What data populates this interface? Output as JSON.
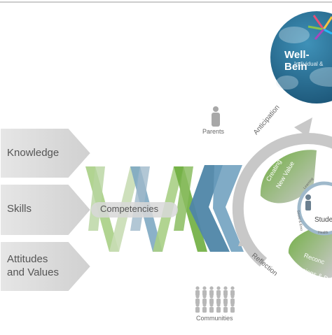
{
  "inputs": {
    "knowledge": "Knowledge",
    "skills": "Skills",
    "attitudes_line1": "Attitudes",
    "attitudes_line2": "and Values"
  },
  "competencies": "Competencies",
  "parents": "Parents",
  "communities": "Communities",
  "globe": {
    "title": "Well-Bein",
    "subtitle": "Individual &"
  },
  "cycle": {
    "anticipation": "Anticipation",
    "reflection": "Reflection",
    "creating_line1": "Creating",
    "creating_line2": "New Value",
    "reconciling_line1": "Reconc",
    "reconciling_line2": "Tensions & D",
    "student": "Studer",
    "inner_ring": [
      "Learning",
      "Health",
      "Social & Emo"
    ]
  },
  "colors": {
    "gray_block": "#d6d6d6",
    "green_light": "#a9cf85",
    "green_dark": "#6fae3f",
    "teal": "#4f86a8",
    "slate": "#a7b8c8",
    "globe_ocean": "#2b6f96",
    "arrow_gray": "#c8c8c8"
  }
}
